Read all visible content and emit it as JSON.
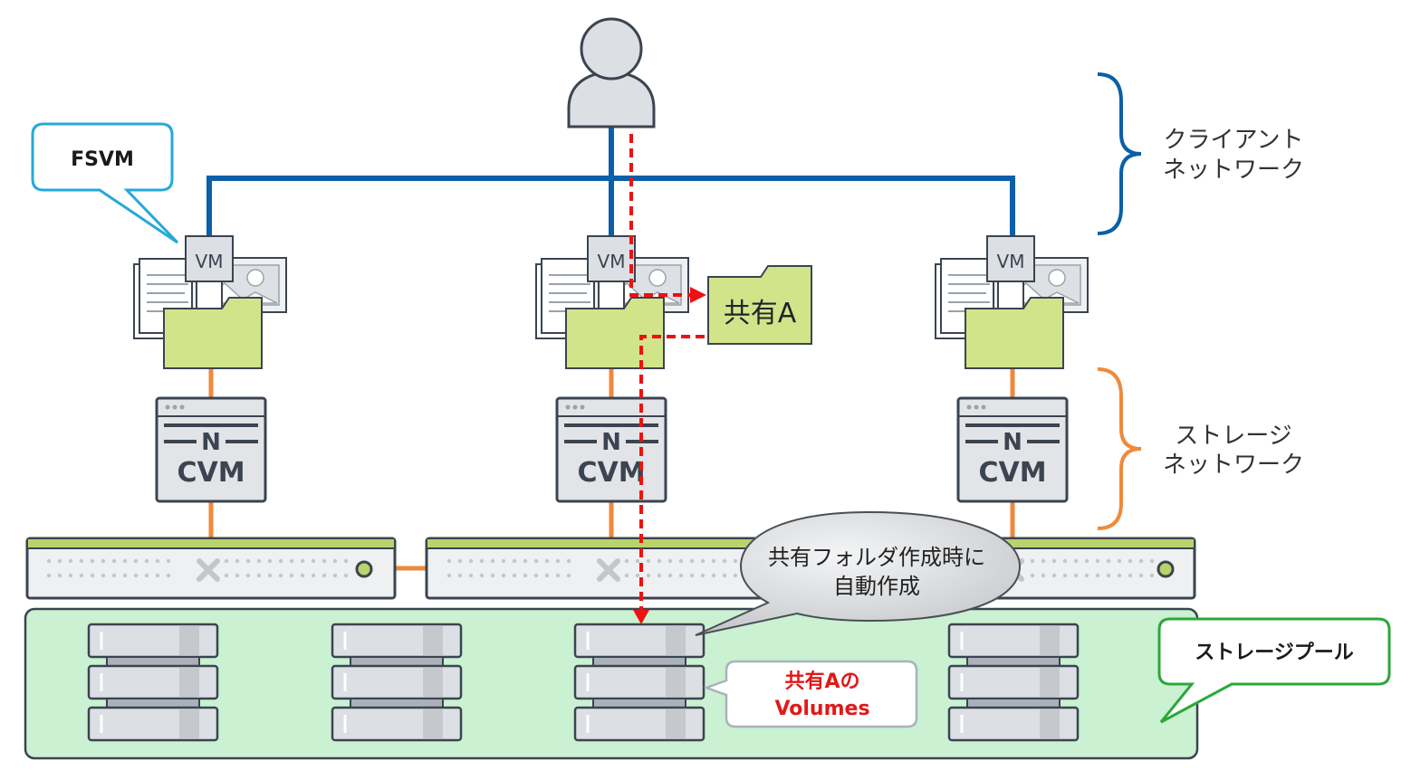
{
  "labels": {
    "fsvm": "FSVM",
    "vm": "VM",
    "cvm": "CVM",
    "cvm_logo": "N",
    "share_folder": "共有A",
    "client_network_line1": "クライアント",
    "client_network_line2": "ネットワーク",
    "storage_network_line1": "ストレージ",
    "storage_network_line2": "ネットワーク",
    "auto_create_line1": "共有フォルダ作成時に",
    "auto_create_line2": "自動作成",
    "volumes_line1": "共有Aの",
    "volumes_line2": "Volumes",
    "storage_pool": "ストレージプール"
  },
  "colors": {
    "client_network": "#0a5fa8",
    "storage_network": "#ee8a3c",
    "flow_arrow": "#ee1111",
    "folder_fill": "#d2e48a",
    "folder_stroke": "#3d4450",
    "storage_pool_fill": "#c9f1d2",
    "fsvm_callout_border": "#25a9d9",
    "storage_pool_callout_border": "#2ba83a",
    "volumes_text": "#e01919",
    "volumes_callout_border": "#aab2bc",
    "node_bar_accent": "#b9d46a",
    "icon_gray": "#dcdfe3",
    "icon_outline": "#3b4450"
  },
  "icons": [
    "user-icon",
    "vm-document-icon",
    "folder-icon",
    "cvm-icon",
    "nutanix-node-icon",
    "disk-stack-icon"
  ]
}
